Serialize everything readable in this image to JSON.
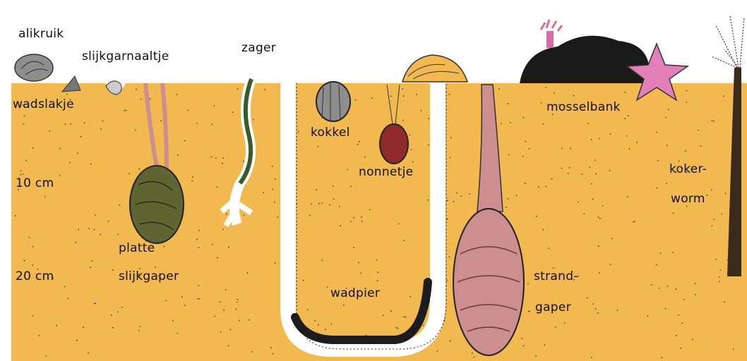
{
  "colors": {
    "sand": "#F2B951",
    "sky": "#FFFFFF",
    "burrow": "#FFFFFF",
    "grey_shell": "#8E8E8E",
    "olive_shell": "#5F6532",
    "red_shell": "#8E2A2A",
    "pink_shell": "#CC8E8E",
    "mussel": "#1A1A1A",
    "starfish": "#E27FB8",
    "worm_tube": "#3A2A1A",
    "worm": "#333333"
  },
  "labels": {
    "alikruik": "alikruik",
    "slijkgarnaaltje": "slijkgarnaaltje",
    "zager": "zager",
    "wadslakje": "wadslakje",
    "kokkel": "kokkel",
    "nonnetje": "nonnetje",
    "mosselbank": "mosselbank",
    "koker_line1": "koker-",
    "koker_line2": "worm",
    "depth_10": "10 cm",
    "depth_20": "20 cm",
    "platte": "platte",
    "slijkgaper": "slijkgaper",
    "wadpier": "wadpier",
    "strand_line1": "strand-",
    "strand_line2": "gaper"
  },
  "icons": [
    "periwinkle-icon",
    "mud-snail-icon",
    "mud-shrimp-icon",
    "ragworm-icon",
    "cockle-icon",
    "baltic-tellin-icon",
    "peppery-furrow-shell-icon",
    "lugworm-icon",
    "sand-gaper-icon",
    "mussel-bed-icon",
    "starfish-icon",
    "sea-anemone-icon",
    "tube-worm-icon"
  ]
}
